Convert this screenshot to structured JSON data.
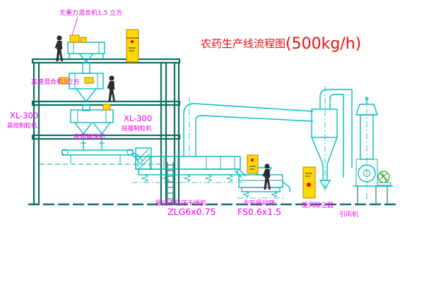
{
  "diagram": {
    "title_main": "农药生产线流程图",
    "title_capacity": "(500kg/h)",
    "labels": {
      "gravity_mixer": "无重力混合机1.5 立方",
      "high_speed_mixer": "高速混合机3立方",
      "granulator_left_model": "XL-300",
      "granulator_left_name": "高效制粒机",
      "granulator_mid_model": "XL-300",
      "granulator_mid_name": "摇摆制粒机",
      "belt_conveyor": "皮带输送机",
      "fluid_bed_dryer": "振动流化床干燥机",
      "fluid_bed_dryer_model": "ZLG6x0.75",
      "square_screen": "方形振动筛",
      "square_screen_model": "FS0.6x1.5",
      "cyclone_dust_collector": "旋风除尘器",
      "induced_draft_fan": "引风机"
    },
    "colors": {
      "title_red": "#e81010",
      "label_magenta": "#f000f0",
      "structure_teal": "#0e6f60",
      "equipment_cyan": "#00bdbd",
      "machine_yellow": "#ffd900",
      "alert_red_dot": "#ff0000",
      "figure_dark": "#2b2b33",
      "background": "#ffffff"
    }
  }
}
